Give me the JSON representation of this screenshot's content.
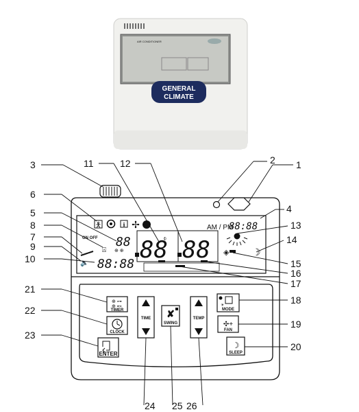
{
  "brand": {
    "line1": "GENERAL",
    "line2": "CLIMATE",
    "lcd_caption": "AIR CONDITIONER"
  },
  "display": {
    "ampm": "AM / PM",
    "clock": "88:88",
    "digits_left": "88",
    "digits_right": "88",
    "small_digits": "88",
    "timer_digits": "88:88",
    "caption_on_off": "ON OFF"
  },
  "buttons": {
    "timer": "TIMER",
    "clock": "CLOCK",
    "enter": "ENTER",
    "time": "TIME",
    "swing": "SWING",
    "temp": "TEMP",
    "mode": "MODE",
    "fan": "FAN",
    "sleep": "SLEEP"
  },
  "callouts": {
    "c1": "1",
    "c2": "2",
    "c3": "3",
    "c4": "4",
    "c5": "5",
    "c6": "6",
    "c7": "7",
    "c8": "8",
    "c9": "9",
    "c10": "10",
    "c11": "11",
    "c12": "12",
    "c13": "13",
    "c14": "14",
    "c15": "15",
    "c16": "16",
    "c17": "17",
    "c18": "18",
    "c19": "19",
    "c20": "20",
    "c21": "21",
    "c22": "22",
    "c23": "23",
    "c24": "24",
    "c25": "25",
    "c26": "26"
  }
}
